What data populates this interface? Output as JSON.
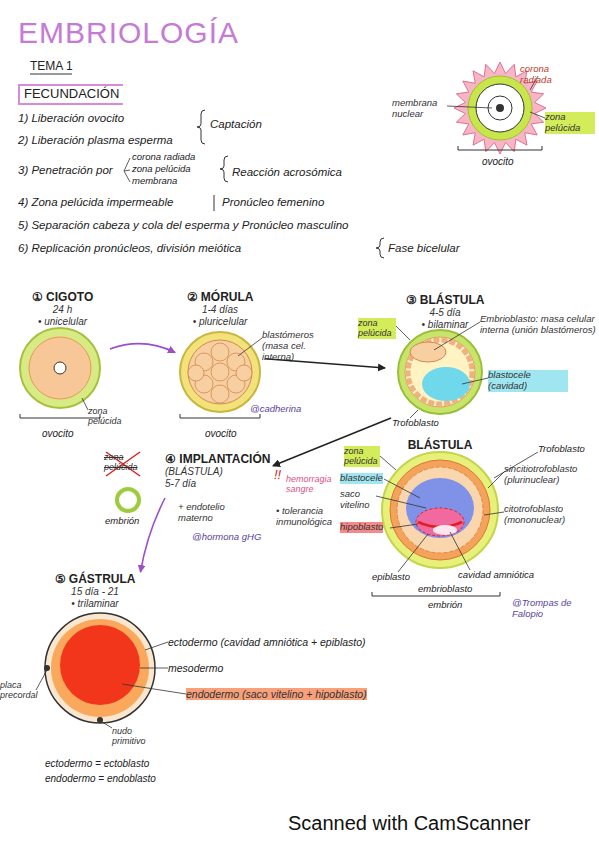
{
  "diagram": {
    "title": "EMBRIOLOGÍA",
    "nodes": [
      {
        "text": [
          "① CIGOTO",
          "24 h",
          "• unicelular"
        ]
      },
      {
        "text": [
          "② MÓRULA",
          "1-4 días",
          "• pluricelular"
        ]
      },
      {
        "text": [
          "③ BLÁSTULA",
          "4-5 día",
          "• bilaminar"
        ]
      },
      {
        "text": [
          "④ IMPLANTACIÓN",
          "(BLÁSTULA)",
          "5-7 día"
        ]
      },
      {
        "text": [
          "BLÁSTULA"
        ]
      },
      {
        "text": [
          "⑤ GÁSTRULA",
          "15 día - 21",
          "• trilaminar"
        ]
      }
    ],
    "edges": [
      {
        "from": 0,
        "to": 1,
        "arrow": "to"
      },
      {
        "from": 1,
        "to": 2,
        "arrow": "to"
      },
      {
        "from": 2,
        "to": 3,
        "arrow": "to"
      },
      {
        "from": 3,
        "to": 5,
        "arrow": "to"
      }
    ],
    "labels": [
      "TEMA 1",
      "FECUNDACIÓN",
      "1) Liberación ovocito",
      "Captación",
      "2) Liberación plasma esperma",
      "3) Penetración por",
      "corona radiada",
      "zona pelúcida",
      "membrana",
      "Reacción acrosómica",
      "4) Zona pelúcida impermeable",
      "Pronúcleo femenino",
      "5) Separación cabeza y cola del esperma y Pronúcleo masculino",
      "6) Replicación pronúcleos, división meiótica",
      "Fase bicelular",
      "corona radiada",
      "zona pelúcida",
      "membrana nuclear",
      "ovocito",
      "zona pelúcida",
      "ovocito",
      "blastómeros (masa cel. interna)",
      "ovocito",
      "@cadherina",
      "zona pelúcida",
      "Embrioblasto: masa celular interna (unión blastómeros)",
      "blastocele (cavidad)",
      "Trofoblasto",
      "zona pelúcida",
      "embrión",
      "+ endotelio materno",
      "!!",
      "hemorragia sangre",
      "• tolerancia inmunológica",
      "@hormona gHG",
      "zona pelúcida",
      "blastocele",
      "saco vitelino",
      "hipoblasto",
      "Trofoblasto",
      "sincitiotrofoblasto (plurinuclear)",
      "citotrofoblasto (mononuclear)",
      "epiblasto",
      "cavidad amniótica",
      "embrioblasto",
      "embrión",
      "@Trompas de Falopio",
      "ectodermo (cavidad amniótica + epiblasto)",
      "mesodermo",
      "endodermo (saco vitelino + hipoblasto)",
      "placa precordal",
      "nudo primitivo",
      "ectodermo = ectoblasto",
      "endodermo = endoblasto",
      "Scanned with CamScanner"
    ]
  }
}
